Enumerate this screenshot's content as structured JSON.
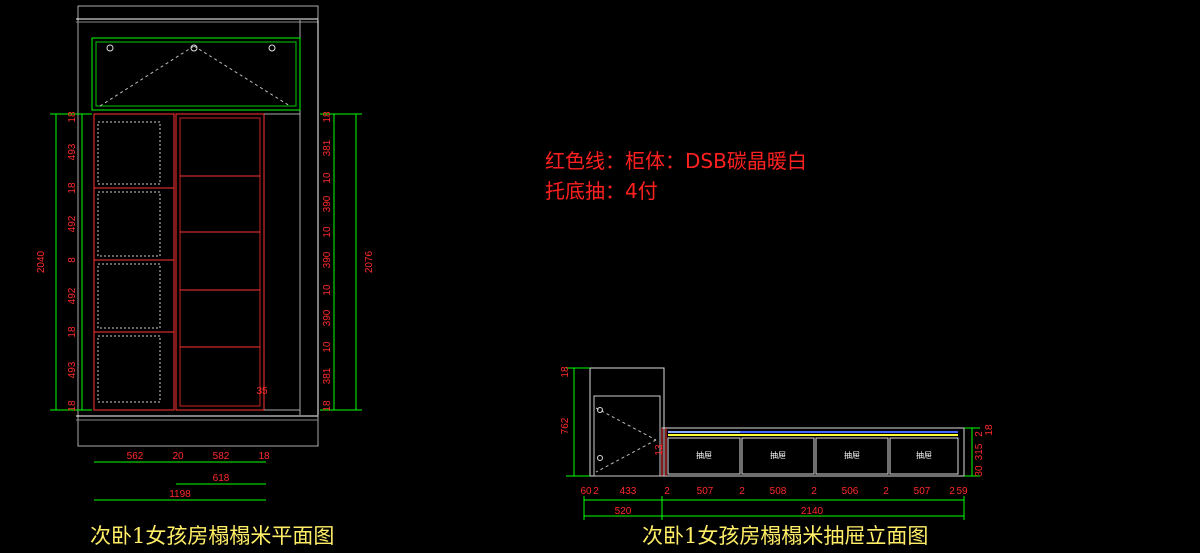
{
  "notes": {
    "line1": "红色线：柜体：DSB碳晶暖白",
    "line2": "托底抽：4付"
  },
  "plan": {
    "caption": "次卧1女孩房榻榻米平面图",
    "left_total": "2040",
    "right_total": "2076",
    "left_dims": [
      "18",
      "493",
      "18",
      "492",
      "8",
      "492",
      "18",
      "493",
      "18"
    ],
    "right_dims": [
      "18",
      "381",
      "10",
      "390",
      "10",
      "390",
      "10",
      "390",
      "10",
      "381",
      "18"
    ],
    "bottom_dims": [
      "562",
      "20",
      "582",
      "18"
    ],
    "width_618": "618",
    "width_total": "1198",
    "corner_dim": "35"
  },
  "elevation": {
    "caption": "次卧1女孩房榻榻米抽屉立面图",
    "height_left": "762",
    "top_small": "18",
    "inner_small": "13",
    "drawer_label": "抽屉",
    "bottom_dims": [
      "60",
      "2",
      "433",
      "2",
      "507",
      "2",
      "508",
      "2",
      "506",
      "2",
      "507",
      "2",
      "59"
    ],
    "totals": [
      "520",
      "2140"
    ],
    "right_dims": [
      "30",
      "315",
      "2",
      "18"
    ]
  },
  "colors": {
    "background": "#000000",
    "dimension": "#ff2a2a",
    "caption": "#ffee66",
    "outline": "#ffffff",
    "green": "#00ff00",
    "cabinet": "#ff3333"
  }
}
